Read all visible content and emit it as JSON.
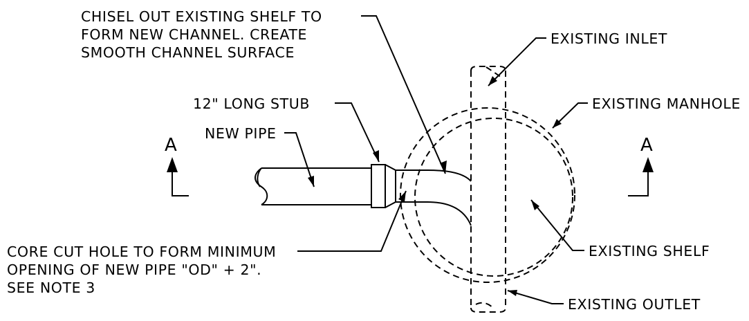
{
  "labels": {
    "chisel": [
      "CHISEL OUT EXISTING SHELF TO",
      "FORM NEW CHANNEL. CREATE",
      "SMOOTH CHANNEL SURFACE"
    ],
    "existing_inlet": "EXISTING INLET",
    "stub": "12\" LONG STUB",
    "existing_manhole": "EXISTING MANHOLE",
    "new_pipe": "NEW PIPE",
    "section_left": "A",
    "section_right": "A",
    "core_cut": [
      "CORE CUT HOLE TO FORM MINIMUM",
      "OPENING OF NEW PIPE \"OD\" + 2\".",
      "SEE NOTE 3"
    ],
    "existing_shelf": "EXISTING SHELF",
    "existing_outlet": "EXISTING OUTLET"
  }
}
